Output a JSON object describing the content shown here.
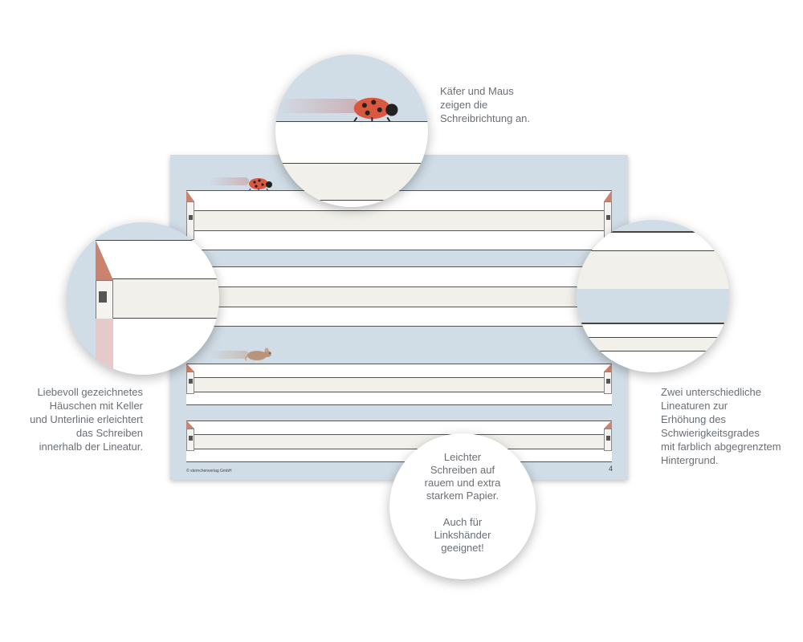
{
  "callouts": {
    "top_right": "Käfer und Maus\nzeigen die\nSchreibrichtung an.",
    "left": "Liebevoll gezeichnetes\nHäuschen mit Keller\nund Unterlinie erleichtert\ndas Schreiben\ninnerhalb der Lineatur.",
    "right": "Zwei unterschiedliche\nLineaturen zur\nErhöhung des\nSchwierigkeitsgrades\nmit farblich abgegrenztem\nHintergrund.",
    "bottom_line1": "Leichter\nSchreiben auf\nrauem und extra\nstarkem Papier.",
    "bottom_line2": "Auch für\nLinkshänder\ngeeignet!"
  },
  "sheet": {
    "footer_text": "© sternchenverlag GmbH",
    "page_number": "4"
  },
  "icons": {
    "ladybug": "ladybug-icon",
    "mouse": "mouse-icon",
    "house": "house-icon"
  },
  "colors": {
    "sheet_background": "#d0dce6",
    "middle_band": "#f2f0ea",
    "roof": "#c9836f",
    "ladybug": "#d9583f"
  }
}
